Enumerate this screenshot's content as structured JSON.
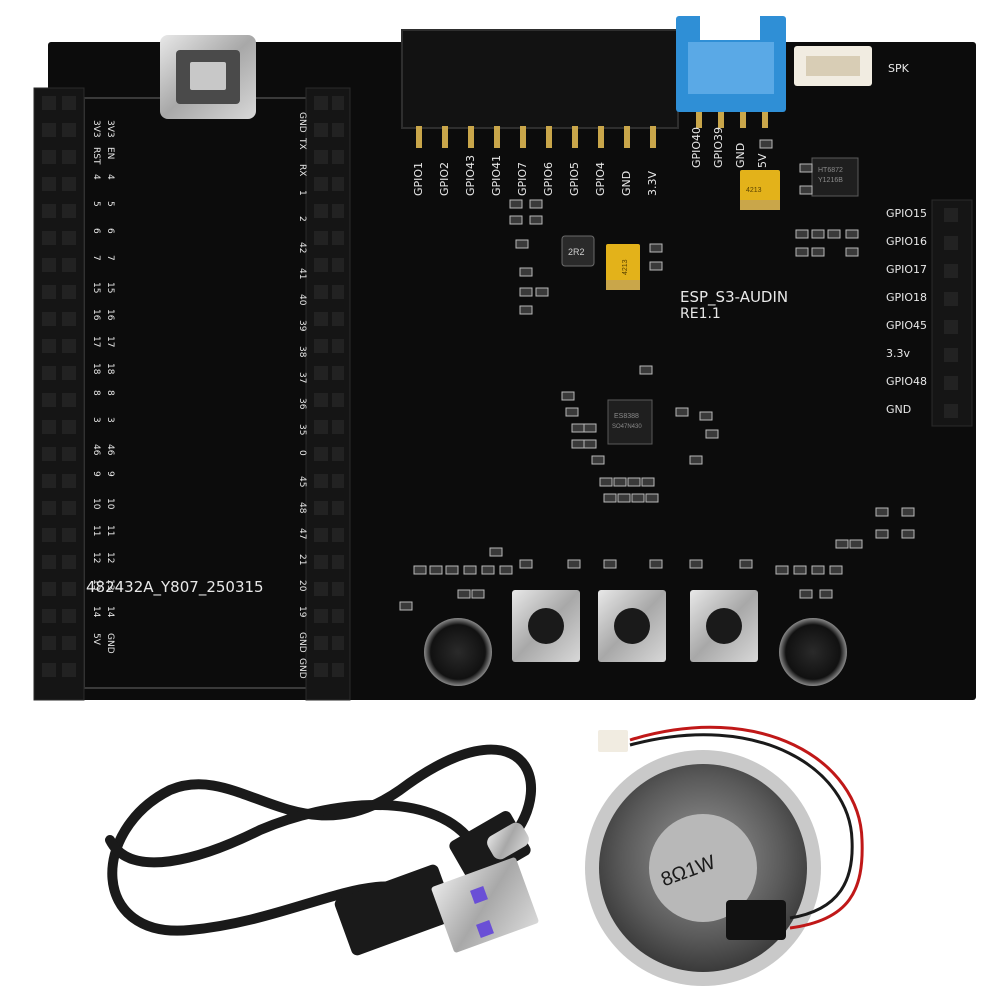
{
  "board": {
    "name_line1": "ESP_S3-AUDIN",
    "name_line2": "RE1.1",
    "serial": "482432A_Y807_250315",
    "spk_label": "SPK",
    "top_header_labels": [
      "GPIO1",
      "GPIO2",
      "GPIO43",
      "GPIO41",
      "GPIO7",
      "GPIO6",
      "GPIO5",
      "GPIO4",
      "GND",
      "3.3V"
    ],
    "blue_connector_labels": [
      "GPIO40",
      "GPIO39",
      "GND",
      "5V"
    ],
    "right_header_labels": [
      "GPIO15",
      "GPIO16",
      "GPIO17",
      "GPIO18",
      "GPIO45",
      "3.3v",
      "GPIO48",
      "GND"
    ],
    "left_header_labels": [
      "3V3",
      "RST",
      "4",
      "5",
      "6",
      "7",
      "15",
      "16",
      "17",
      "18",
      "8",
      "3",
      "46",
      "9",
      "10",
      "11",
      "12",
      "13",
      "14",
      "5V"
    ],
    "left_header_labels_inner": [
      "3V3",
      "EN",
      "4",
      "5",
      "6",
      "7",
      "15",
      "16",
      "17",
      "18",
      "8",
      "3",
      "46",
      "9",
      "10",
      "11",
      "12",
      "13",
      "14",
      "GND"
    ],
    "right_inner_labels": [
      "GND",
      "TX",
      "RX",
      "1",
      "2",
      "42",
      "41",
      "40",
      "39",
      "38",
      "37",
      "36",
      "35",
      "0",
      "45",
      "48",
      "47",
      "21",
      "20",
      "19",
      "GND",
      "GND"
    ],
    "chip_main_line1": "ES8388",
    "chip_main_line2": "SO47N430",
    "amp_chip_line1": "HT6872",
    "amp_chip_line2": "Y1216B",
    "inductor_label": "2R2",
    "tantalum_label": "4213",
    "tantalum2_label": "4213"
  },
  "speaker": {
    "label": "8Ω1W"
  },
  "colors": {
    "pcb": "#0c0c0c",
    "header": "#151515",
    "blue_connector": "#2f8fd6",
    "gold": "#c9a64a",
    "tantalum": "#e3b21a",
    "cable": "#1a1a1a",
    "usb_port": "#6a4fd6"
  }
}
